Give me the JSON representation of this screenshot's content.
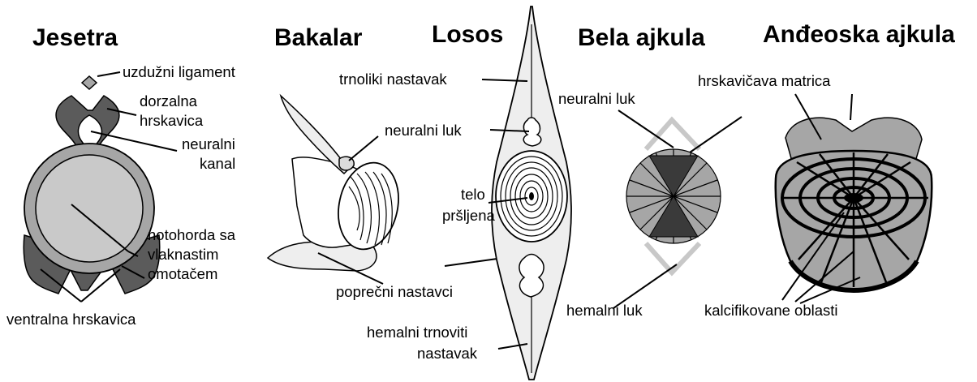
{
  "titles": {
    "jesetra": "Jesetra",
    "bakalar": "Bakalar",
    "losos": "Losos",
    "bela_ajkula": "Bela ajkula",
    "andjeoska_ajkula": "Anđeoska ajkula"
  },
  "labels": {
    "uzduzni_ligament": "uzdužni ligament",
    "dorzalna_1": "dorzalna",
    "dorzalna_2": "hrskavica",
    "neuralni_kanal_1": "neuralni",
    "neuralni_kanal_2": "kanal",
    "notohorda_1": "notohorda sa",
    "notohorda_2": "vlaknastim",
    "notohorda_3": "omotačem",
    "ventralna_hrskavica": "ventralna hrskavica",
    "trnoliki_nastavak": "trnoliki nastavak",
    "neuralni_luk_losos": "neuralni luk",
    "telo_1": "telo",
    "telo_2": "pršljena",
    "poprecni_nastavci": "poprečni nastavci",
    "hemalni_trnoviti_1": "hemalni trnoviti",
    "hemalni_trnoviti_2": "nastavak",
    "neuralni_luk_ajkula": "neuralni luk",
    "hemalni_luk": "hemalni luk",
    "hrskavicava_matrica": "hrskavičava matrica",
    "kalcifikovane_oblasti": "kalcifikovane oblasti"
  },
  "colors": {
    "dark_gray": "#5b5b5b",
    "mid_gray": "#a6a6a6",
    "light_gray": "#dcdcdc",
    "pale_gray": "#eeeeee",
    "stroke": "#000000"
  }
}
